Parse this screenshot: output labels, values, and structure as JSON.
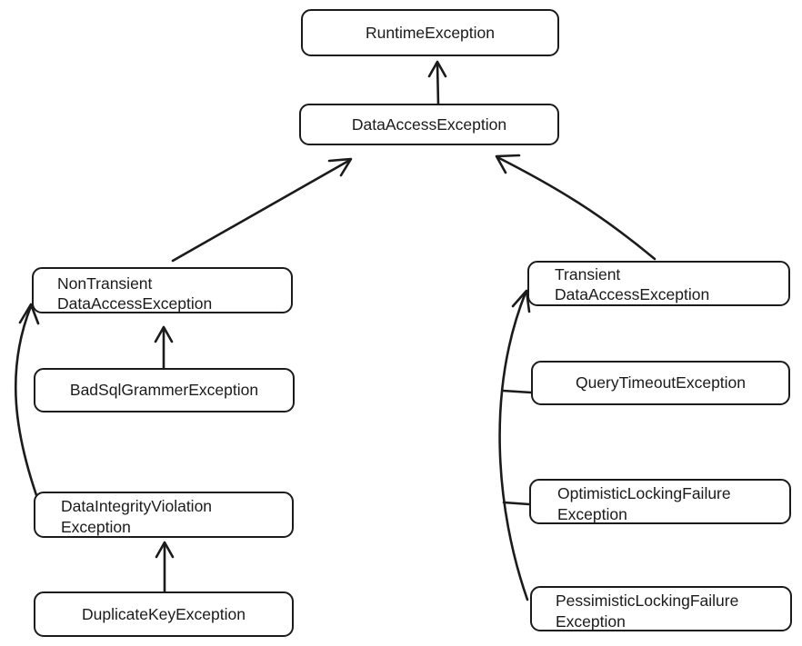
{
  "nodes": {
    "runtime": {
      "label": "RuntimeException"
    },
    "data_access": {
      "label": "DataAccessException"
    },
    "non_transient": {
      "line1": "NonTransient",
      "line2": "DataAccessException"
    },
    "transient": {
      "line1": "Transient",
      "line2": "DataAccessException"
    },
    "bad_sql": {
      "label": "BadSqlGrammerException"
    },
    "data_integrity": {
      "line1": "DataIntegrityViolation",
      "line2": "Exception"
    },
    "duplicate_key": {
      "label": "DuplicateKeyException"
    },
    "query_timeout": {
      "label": "QueryTimeoutException"
    },
    "optimistic": {
      "line1": "OptimisticLockingFailure",
      "line2": "Exception"
    },
    "pessimistic": {
      "line1": "PessimisticLockingFailure",
      "line2": "Exception"
    }
  },
  "edges": [
    {
      "from": "data_access",
      "to": "runtime"
    },
    {
      "from": "non_transient",
      "to": "data_access"
    },
    {
      "from": "transient",
      "to": "data_access"
    },
    {
      "from": "bad_sql",
      "to": "non_transient"
    },
    {
      "from": "data_integrity",
      "to": "non_transient"
    },
    {
      "from": "duplicate_key",
      "to": "data_integrity"
    },
    {
      "from": "query_timeout",
      "to": "transient"
    },
    {
      "from": "optimistic",
      "to": "transient"
    },
    {
      "from": "pessimistic",
      "to": "transient"
    }
  ]
}
